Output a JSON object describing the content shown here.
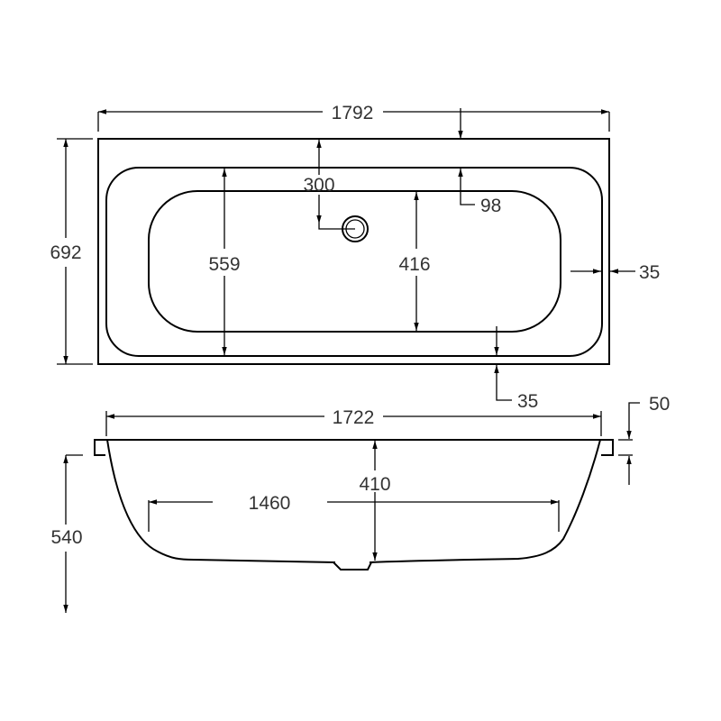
{
  "top_view": {
    "overall_length": "1792",
    "overall_width": "692",
    "waste_offset": "300",
    "rim_to_inner_top": "98",
    "inner_rim_width": "559",
    "base_width": "416",
    "end_rim": "35",
    "side_rim": "35"
  },
  "side_view": {
    "top_length": "1722",
    "depth": "410",
    "base_length": "1460",
    "overall_height": "540",
    "rim_height": "50"
  }
}
